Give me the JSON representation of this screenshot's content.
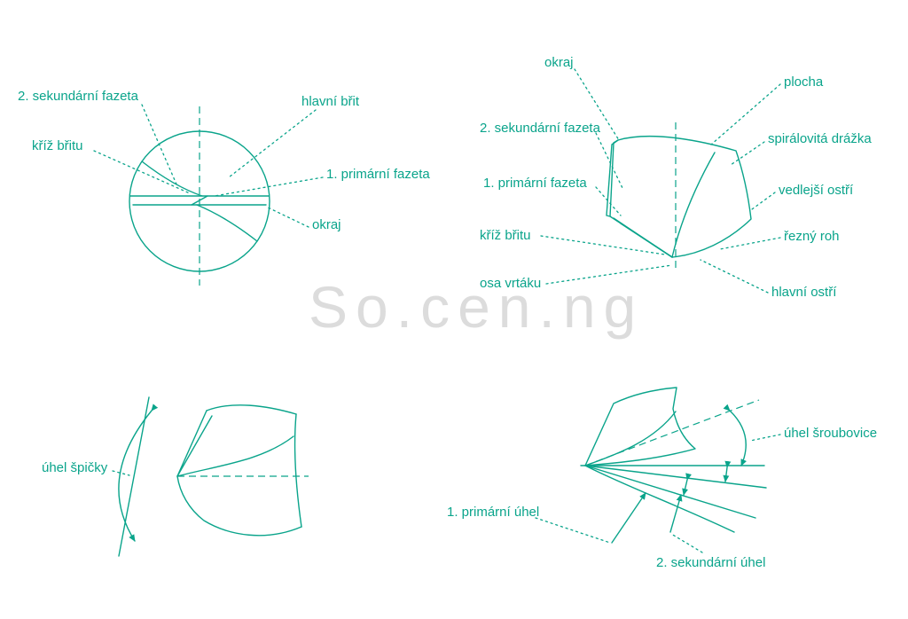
{
  "colors": {
    "accent": "#0aa48b",
    "watermark": "#dcdcdc"
  },
  "watermark": {
    "text": "So.cen.ng"
  },
  "labels": {
    "end_view": {
      "sekundarni_fazeta": "2. sekundární fazeta",
      "kriz_britu": "kříž břitu",
      "hlavni_brit": "hlavní břit",
      "primarni_fazeta": "1. primární fazeta",
      "okraj": "okraj"
    },
    "tip_view": {
      "okraj": "okraj",
      "plocha": "plocha",
      "sekundarni_fazeta": "2. sekundární fazeta",
      "spiralovita_drazka": "spirálovitá drážka",
      "primarni_fazeta": "1. primární fazeta",
      "vedlejsi_ostri": "vedlejší ostří",
      "kriz_britu": "kříž břitu",
      "rezny_roh": "řezný roh",
      "osa_vrtaku": "osa vrtáku",
      "hlavni_ostri": "hlavní ostří"
    },
    "point_angle": {
      "uhel_spicky": "úhel špičky"
    },
    "helix_angle": {
      "uhel_sroubovice": "úhel šroubovice",
      "primarni_uhel": "1. primární úhel",
      "sekundarni_uhel": "2. sekundární úhel"
    }
  }
}
